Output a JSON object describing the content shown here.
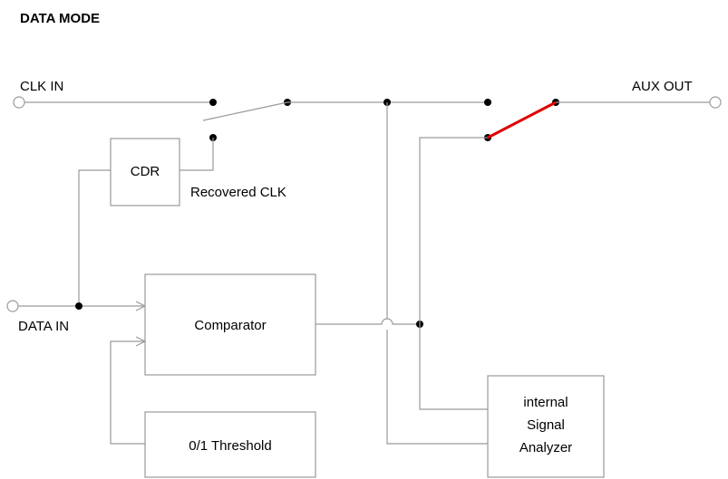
{
  "title": "DATA MODE",
  "title_color": "#ff0000",
  "active_switch_color": "#e00000",
  "ports": {
    "clk_in": "CLK IN",
    "aux_out": "AUX OUT",
    "data_in": "DATA IN"
  },
  "blocks": {
    "cdr": "CDR",
    "comparator": "Comparator",
    "threshold": "0/1 Threshold",
    "analyzer_line1": "internal",
    "analyzer_line2": "Signal",
    "analyzer_line3": "Analyzer"
  },
  "labels": {
    "recovered_clk": "Recovered CLK"
  }
}
